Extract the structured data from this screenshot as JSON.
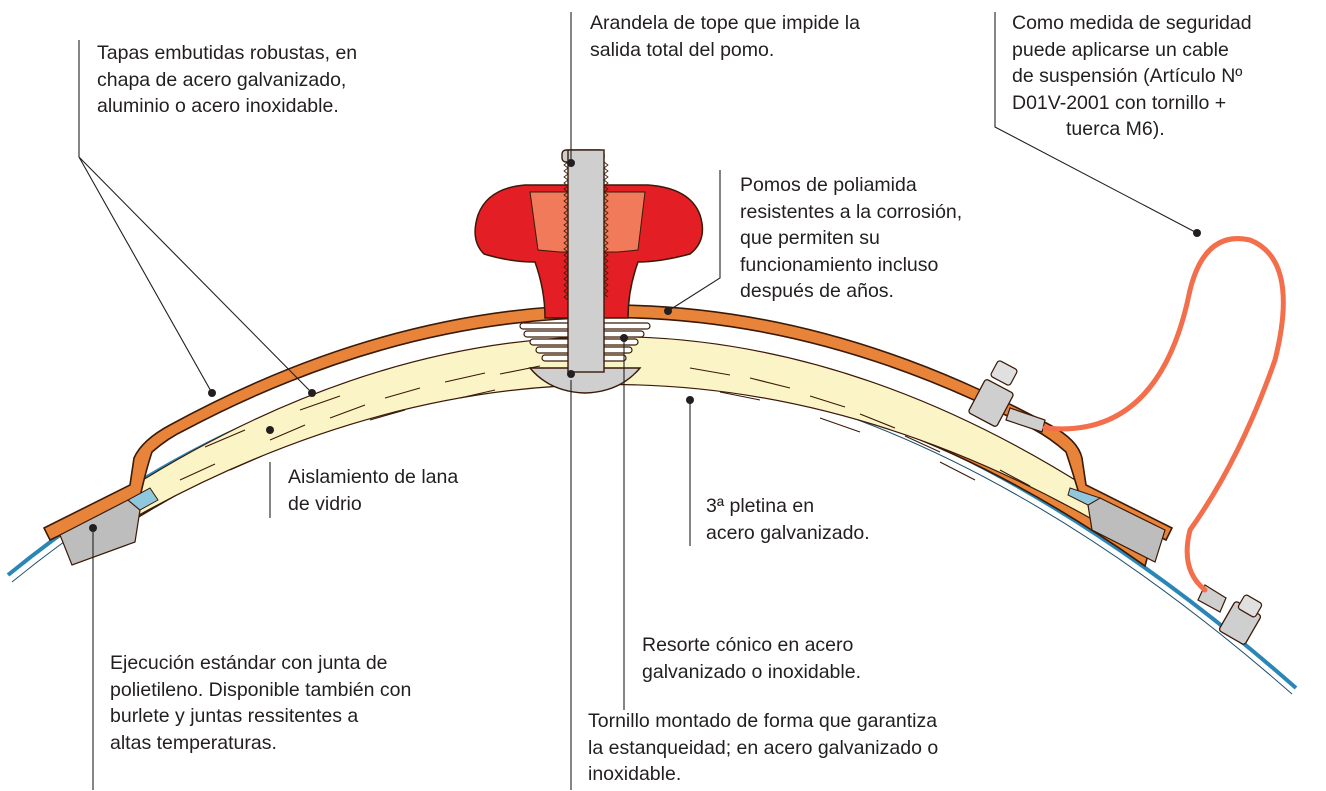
{
  "colors": {
    "shell_orange": "#e8843a",
    "shell_stroke": "#3a1a08",
    "insulation_fill": "#fbf4c6",
    "glasswool_fill": "#fbf0cf",
    "knob_red": "#e31e25",
    "knob_highlight": "#f07a5a",
    "bolt_gray": "#cfcfcf",
    "gasket_blue": "#4aa0c8",
    "gasket_gray": "#bdbdbd",
    "cable_orange": "#f36e4b",
    "leader_line": "#231f20"
  },
  "labels": {
    "tapas": [
      "Tapas embutidas robustas, en",
      "chapa de acero galvanizado,",
      "aluminio o acero inoxidable."
    ],
    "arandela": [
      "Arandela de tope que impide la",
      "salida total del pomo."
    ],
    "cable": [
      "Como medida de seguridad",
      "puede aplicarse un cable",
      "de suspensión (Artículo Nº",
      "D01V-2001 con tornillo +",
      "tuerca M6)."
    ],
    "pomos": [
      "Pomos de poliamida",
      "resistentes a la corrosión,",
      "que permiten su",
      "funcionamiento incluso",
      "después de años."
    ],
    "aislamiento": [
      "Aislamiento de lana",
      "de vidrio"
    ],
    "pletina": [
      "3ª pletina en",
      "acero galvanizado."
    ],
    "resorte": [
      "Resorte cónico en acero",
      "galvanizado o inoxidable."
    ],
    "ejecucion": [
      "Ejecución estándar con junta de",
      "polietileno. Disponible también con",
      "burlete y juntas ressitentes a",
      "altas temperaturas."
    ],
    "tornillo": [
      "Tornillo montado de forma que garantiza",
      "la estanqueidad; en acero galvanizado o",
      "inoxidable."
    ]
  }
}
